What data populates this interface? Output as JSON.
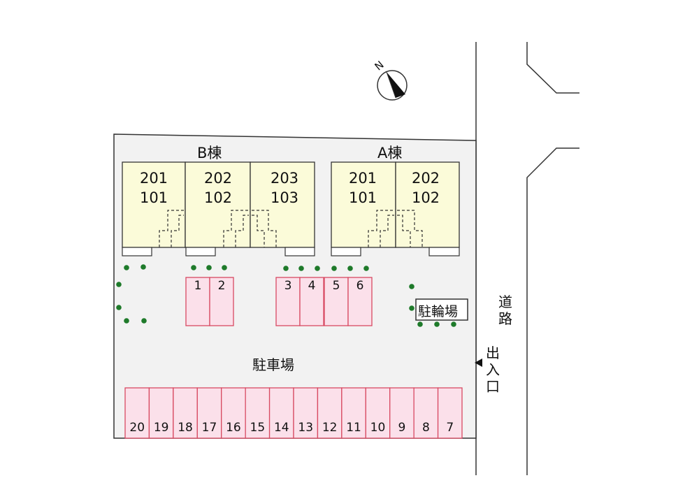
{
  "compass": {
    "label": "N"
  },
  "buildings": {
    "B": {
      "label": "B棟",
      "units": [
        {
          "upper": "201",
          "lower": "101"
        },
        {
          "upper": "202",
          "lower": "102"
        },
        {
          "upper": "203",
          "lower": "103"
        }
      ]
    },
    "A": {
      "label": "A棟",
      "units": [
        {
          "upper": "201",
          "lower": "101"
        },
        {
          "upper": "202",
          "lower": "102"
        }
      ]
    }
  },
  "parking": {
    "label": "駐車場",
    "upper_spaces": [
      "1",
      "2",
      "3",
      "4",
      "5",
      "6"
    ],
    "lower_spaces": [
      "20",
      "19",
      "18",
      "17",
      "16",
      "15",
      "14",
      "13",
      "12",
      "11",
      "10",
      "9",
      "8",
      "7"
    ]
  },
  "bicycle_parking": {
    "label": "駐輪場"
  },
  "road": {
    "label": "道路"
  },
  "entrance": {
    "label": "出入口"
  },
  "colors": {
    "site_fill": "#f2f2f2",
    "building_fill": "#fbfbd9",
    "parking_fill": "#fbe0ea",
    "parking_stroke": "#d84a62",
    "tree": "#1e7a2a"
  }
}
